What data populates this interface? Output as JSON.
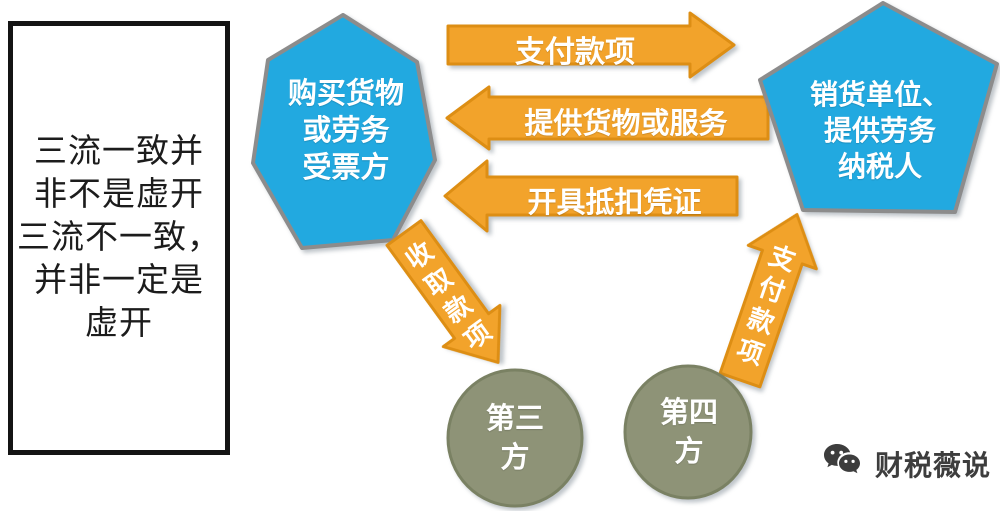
{
  "note_box": {
    "lines": [
      "三流一致并",
      "非不是虚开",
      "三流不一致，",
      "并非一定是",
      "虚开"
    ]
  },
  "buyer": {
    "lines": [
      "购买货物",
      "或劳务",
      "受票方"
    ]
  },
  "seller": {
    "lines": [
      "销货单位、",
      "提供劳务",
      "纳税人"
    ]
  },
  "arrows": {
    "pay_top_label": "支付款项",
    "provide_goods_label": "提供货物或服务",
    "issue_voucher_label": "开具抵扣凭证",
    "collect_funds_label": "收取款项",
    "pay_funds_label": "支付款项"
  },
  "third_party": {
    "lines": [
      "第三",
      "方"
    ]
  },
  "fourth_party": {
    "lines": [
      "第四",
      "方"
    ]
  },
  "watermark": {
    "label": "财税薇说",
    "icon": "wechat-logo"
  },
  "colors": {
    "shape_blue": "#22A9E0",
    "shape_border": "#8C8C8C",
    "arrow_orange": "#F2A32B",
    "arrow_border": "#DD8E14",
    "circle_olive": "#8E9377",
    "circle_border": "#7A8163",
    "note_border": "#141414",
    "note_text": "#1C1C1C",
    "text_white": "#FFFFFF",
    "watermark_gray": "#3D3D3D"
  }
}
